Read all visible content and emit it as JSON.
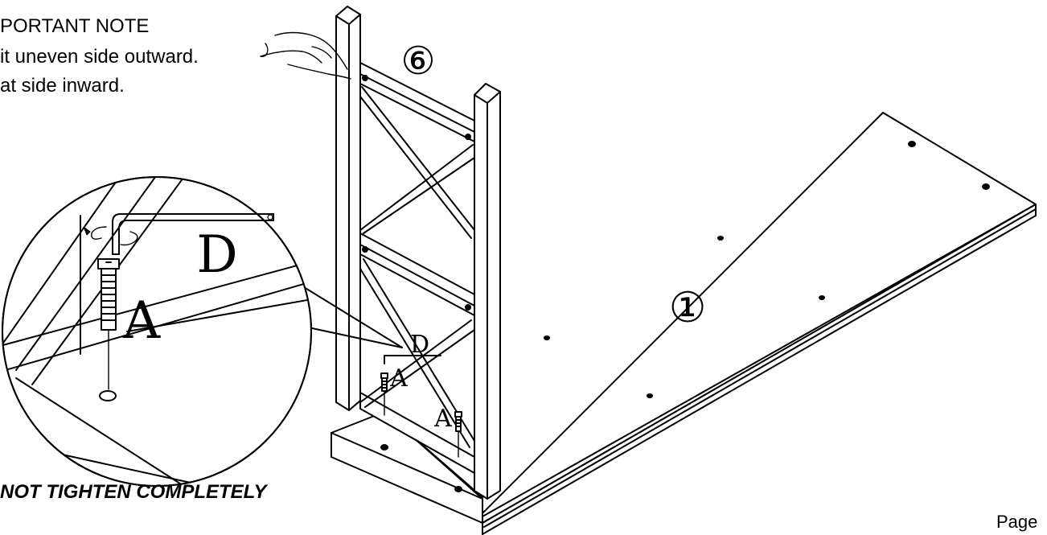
{
  "instructions": {
    "note_heading": "PORTANT NOTE",
    "note_line_1": "it uneven side outward.",
    "note_line_2": "at side inward.",
    "warning": "NOT TIGHTEN COMPLETELY"
  },
  "labels": {
    "frame_part": "⑥",
    "panel_part": "①",
    "zoom_key": "D",
    "zoom_bolt": "A",
    "key_small": "D",
    "bolt_small_1": "A",
    "bolt_small_2": "A"
  },
  "footer": {
    "page_label": "Page"
  }
}
